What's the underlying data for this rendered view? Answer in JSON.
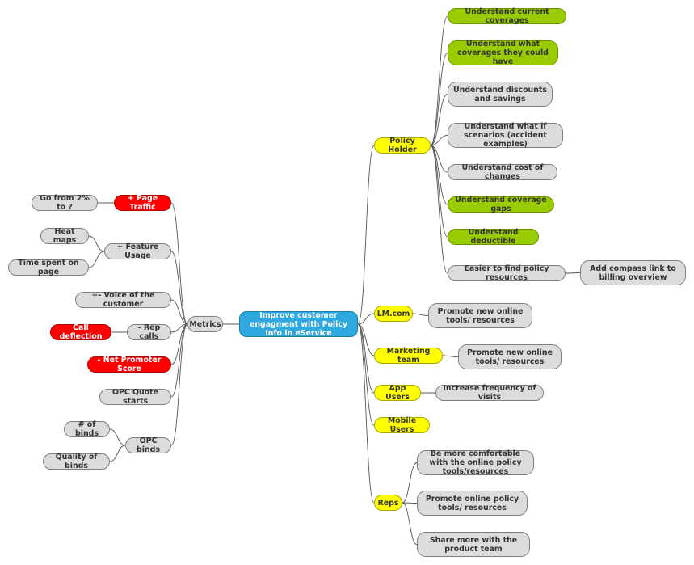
{
  "central": "Improve customer engagment with Policy Info in eService",
  "right": {
    "policy_holder": {
      "label": "Policy Holder",
      "children": [
        "Understand current coverages",
        "Understand what coverages they could have",
        "Understand discounts and savings",
        "Understand what if scenarios (accident examples)",
        "Understand cost of changes",
        "Understand coverage gaps",
        "Understand deductible",
        "Easier to find policy resources"
      ],
      "grandchild": "Add compass link to billing overview"
    },
    "lm_com": {
      "label": "LM.com",
      "child": "Promote new online tools/ resources"
    },
    "marketing_team": {
      "label": "Marketing team",
      "child": "Promote new online tools/ resources"
    },
    "app_users": {
      "label": "App Users",
      "child": "Increase frequency of visits"
    },
    "mobile_users": {
      "label": "Mobile Users"
    },
    "reps": {
      "label": "Reps",
      "children": [
        "Be more comfortable with the online policy tools/resources",
        "Promote online policy tools/ resources",
        "Share more with the product team"
      ]
    }
  },
  "left": {
    "metrics": "Metrics",
    "page_traffic": {
      "label": "+ Page Traffic",
      "child": "Go from 2% to ?"
    },
    "feature_usage": {
      "label": "+ Feature Usage",
      "children": [
        "Heat maps",
        "Time spent on page"
      ]
    },
    "voice_of_customer": "+- Voice of the customer",
    "rep_calls": {
      "label": "- Rep calls",
      "child": "Call deflection"
    },
    "net_promoter_score": "- Net Promoter Score",
    "opc_quote_starts": "OPC Quote starts",
    "opc_binds": {
      "label": "OPC binds",
      "children": [
        "# of binds",
        "Quality of binds"
      ]
    }
  },
  "colors": {
    "central": "#2fa8e0",
    "green": "#99cc00",
    "yellow": "#ffff00",
    "red": "#ff0000",
    "grey": "#dcdcdc",
    "line": "#555555"
  }
}
